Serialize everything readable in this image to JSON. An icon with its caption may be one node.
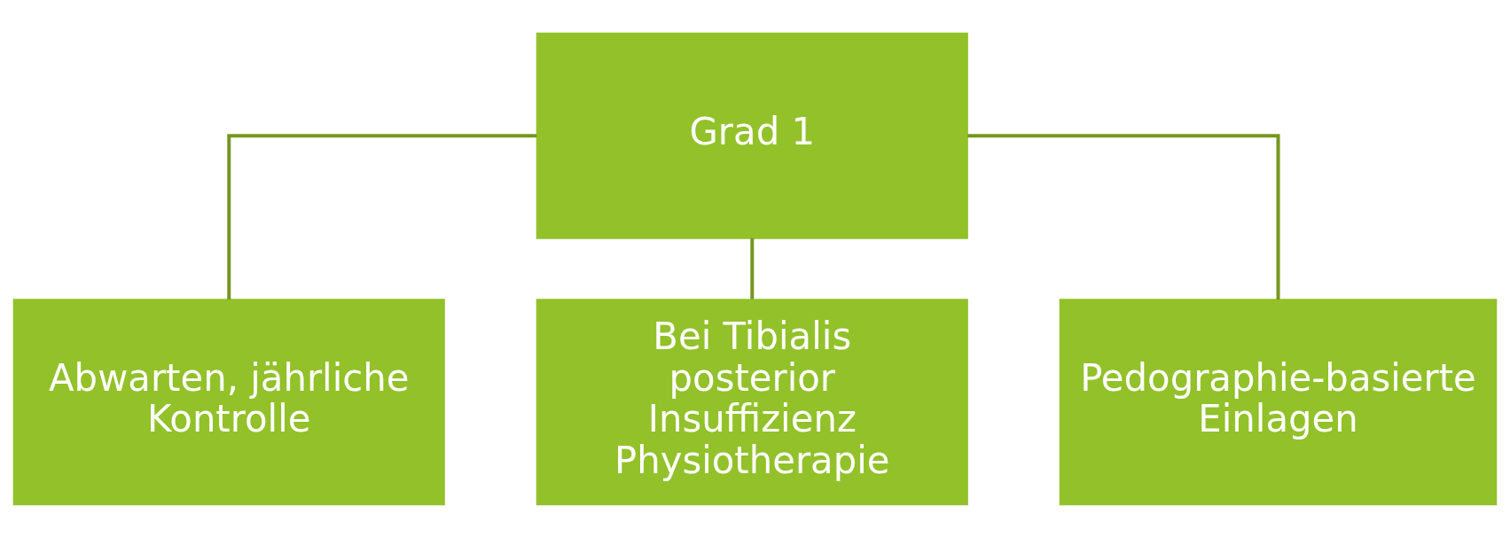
{
  "diagram": {
    "nodes": [
      {
        "text": [
          "Grad 1"
        ]
      },
      {
        "text": [
          "Abwarten, jährliche Kontrolle"
        ]
      },
      {
        "text": [
          "Bei Tibialis posterior Insuffizienz Physiotherapie"
        ]
      },
      {
        "text": [
          "Pedographie-basierte Einlagen"
        ]
      }
    ],
    "edges": [
      {
        "from": 0,
        "to": 1,
        "arrow": "none"
      },
      {
        "from": 0,
        "to": 2,
        "arrow": "none"
      },
      {
        "from": 0,
        "to": 3,
        "arrow": "none"
      }
    ]
  }
}
